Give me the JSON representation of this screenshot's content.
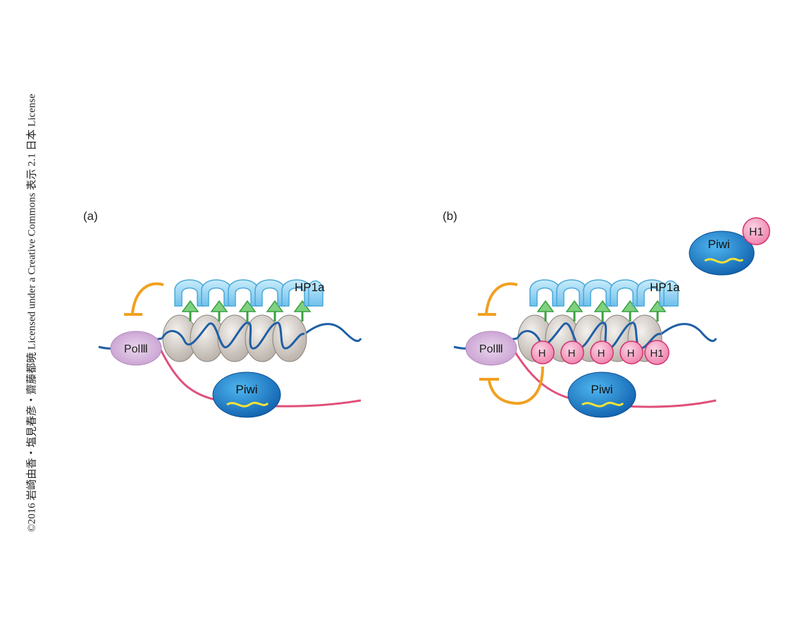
{
  "copyright": "©2016 岩崎由香・塩見春彦・齋藤都暁 Licensed under a Creative Commons 表示 2.1 日本 License",
  "panels": [
    {
      "label": "(a)",
      "polymerase": "PolⅢ",
      "hp1": "HP1a",
      "piwi": "Piwi"
    },
    {
      "label": "(b)",
      "polymerase": "PolⅢ",
      "hp1": "HP1a",
      "piwi": "Piwi",
      "piwi_free": "Piwi",
      "h1_free": "H1",
      "h1_markers": [
        "H",
        "H",
        "H",
        "H",
        "H1"
      ]
    }
  ],
  "colors": {
    "dna": "#1f5fa5",
    "rna": "#e0507a",
    "inhibit": "#f0a020",
    "hp1": "#8fd0f0",
    "arrow": "#3aa040",
    "nucleosome": "#d8d2cc",
    "polymerase": "#d7b6dc",
    "piwi": "#1476c8",
    "h1": "#f4a6c4"
  }
}
